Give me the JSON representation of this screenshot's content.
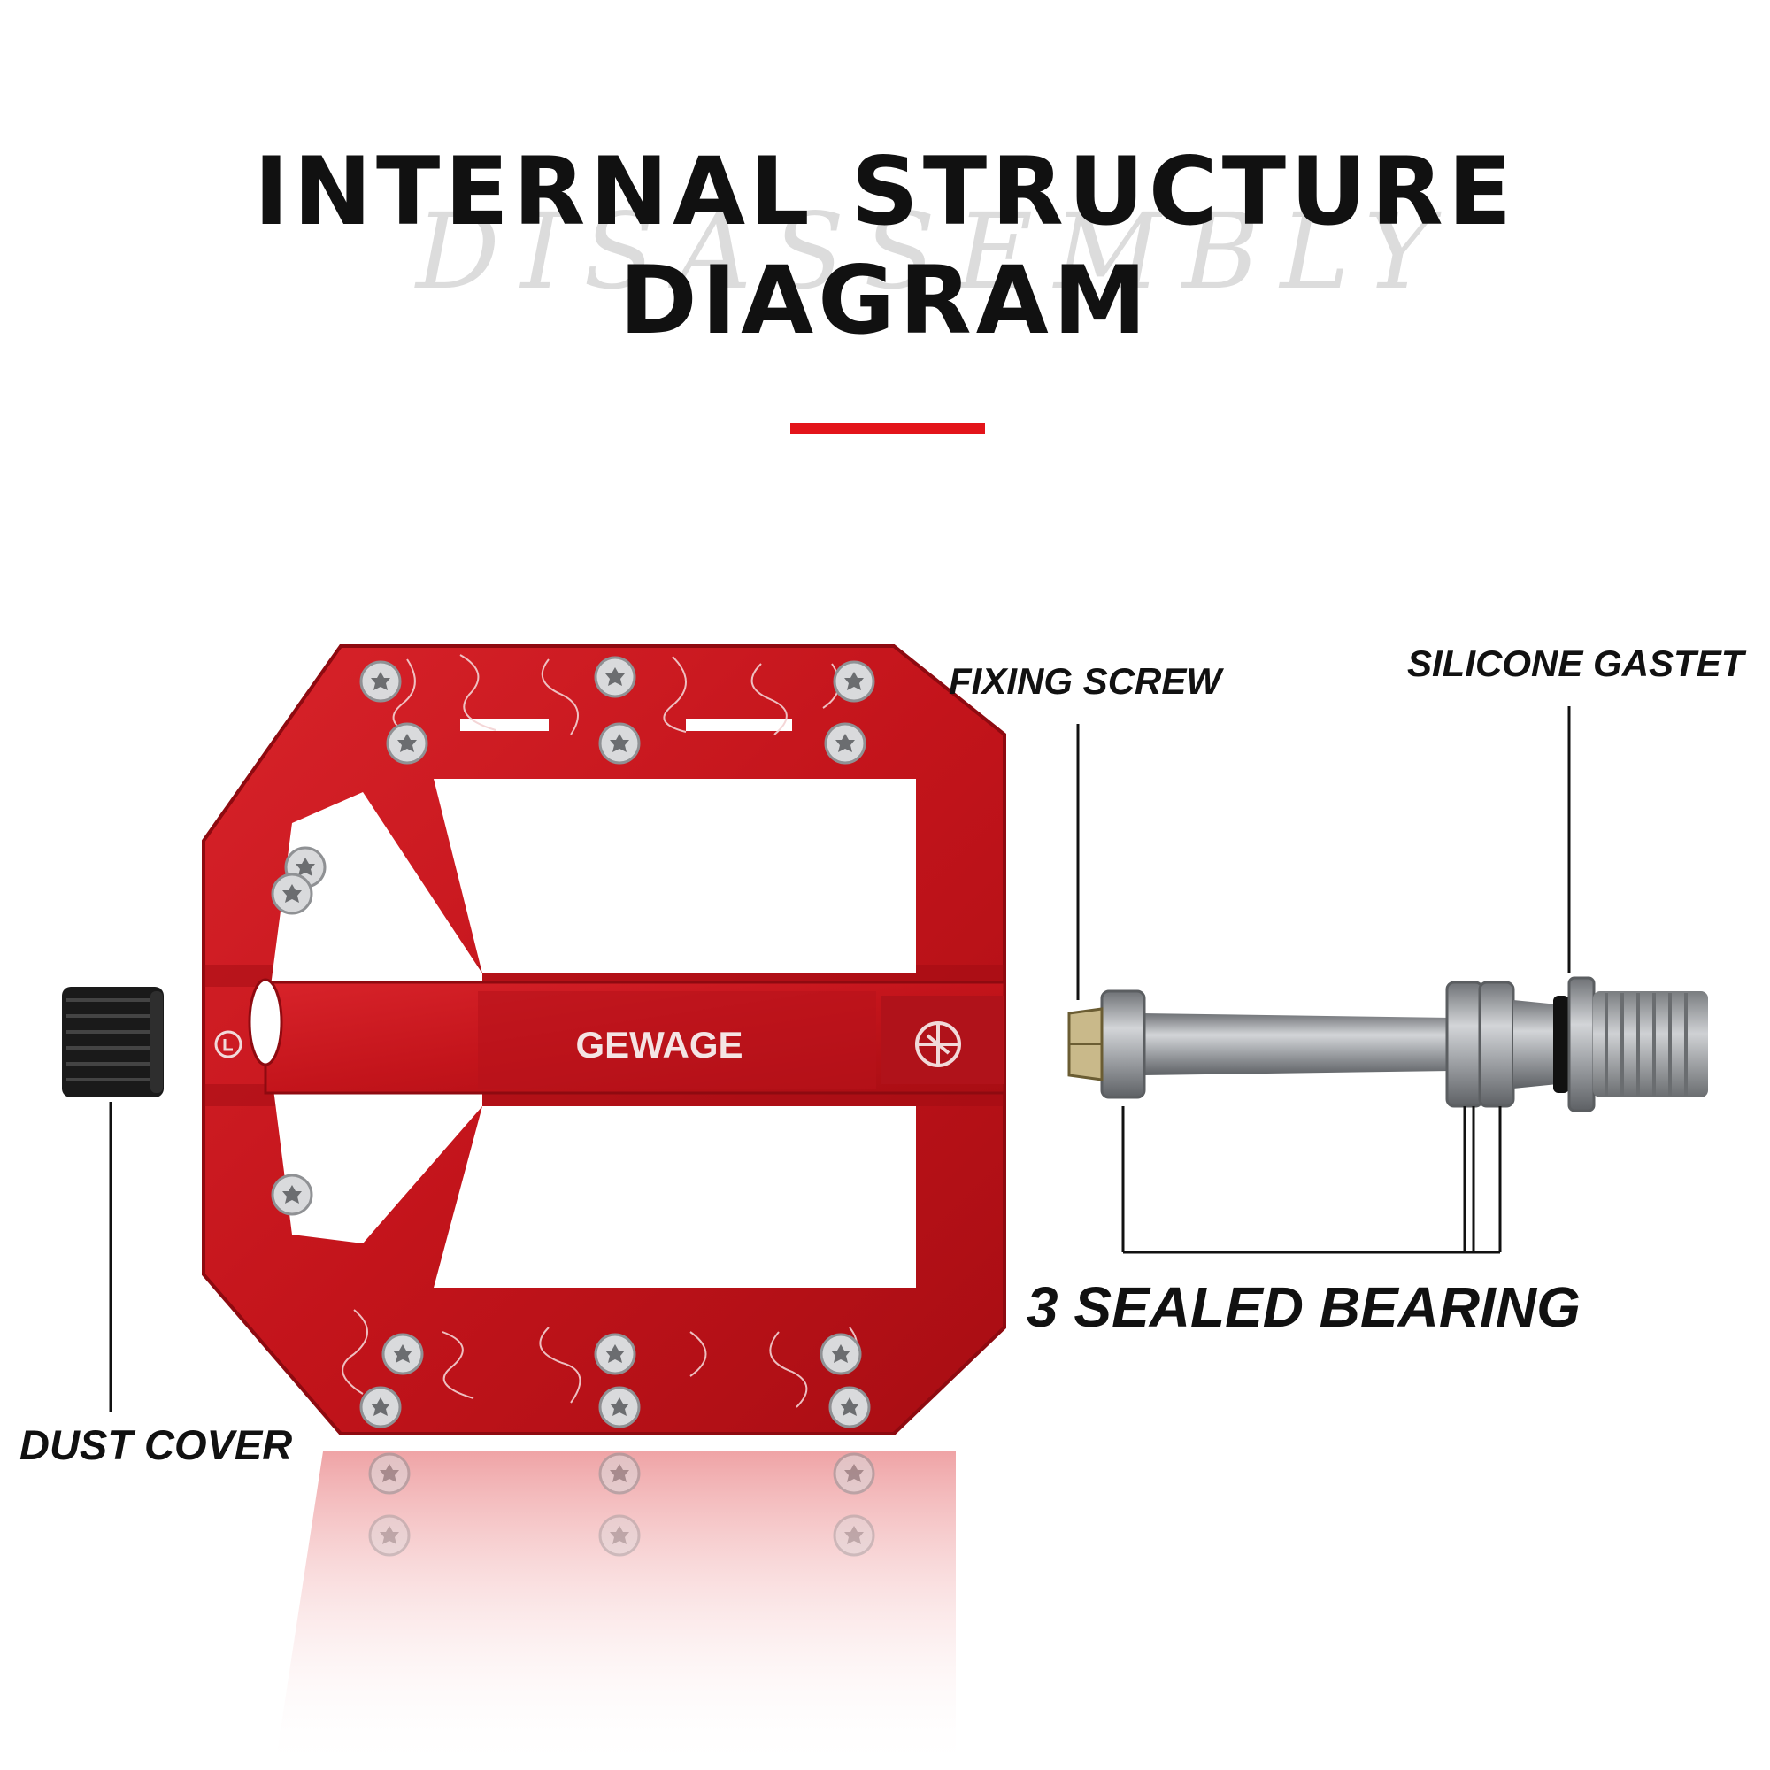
{
  "header": {
    "title": "INTERNAL STRUCTURE DIAGRAM",
    "script_text": "DISASSEMBLY"
  },
  "pedal": {
    "brand": "GEWAGE",
    "color": "#c8161c"
  },
  "labels": {
    "fixing_screw": "FIXING SCREW",
    "silicone_gasket": "SILICONE GASTET",
    "sealed_bearing": "3 SEALED BEARING",
    "dust_cover": "DUST COVER"
  },
  "colors": {
    "accent_red": "#e3141a",
    "text": "#111111",
    "axle": "#9a9ca0"
  }
}
